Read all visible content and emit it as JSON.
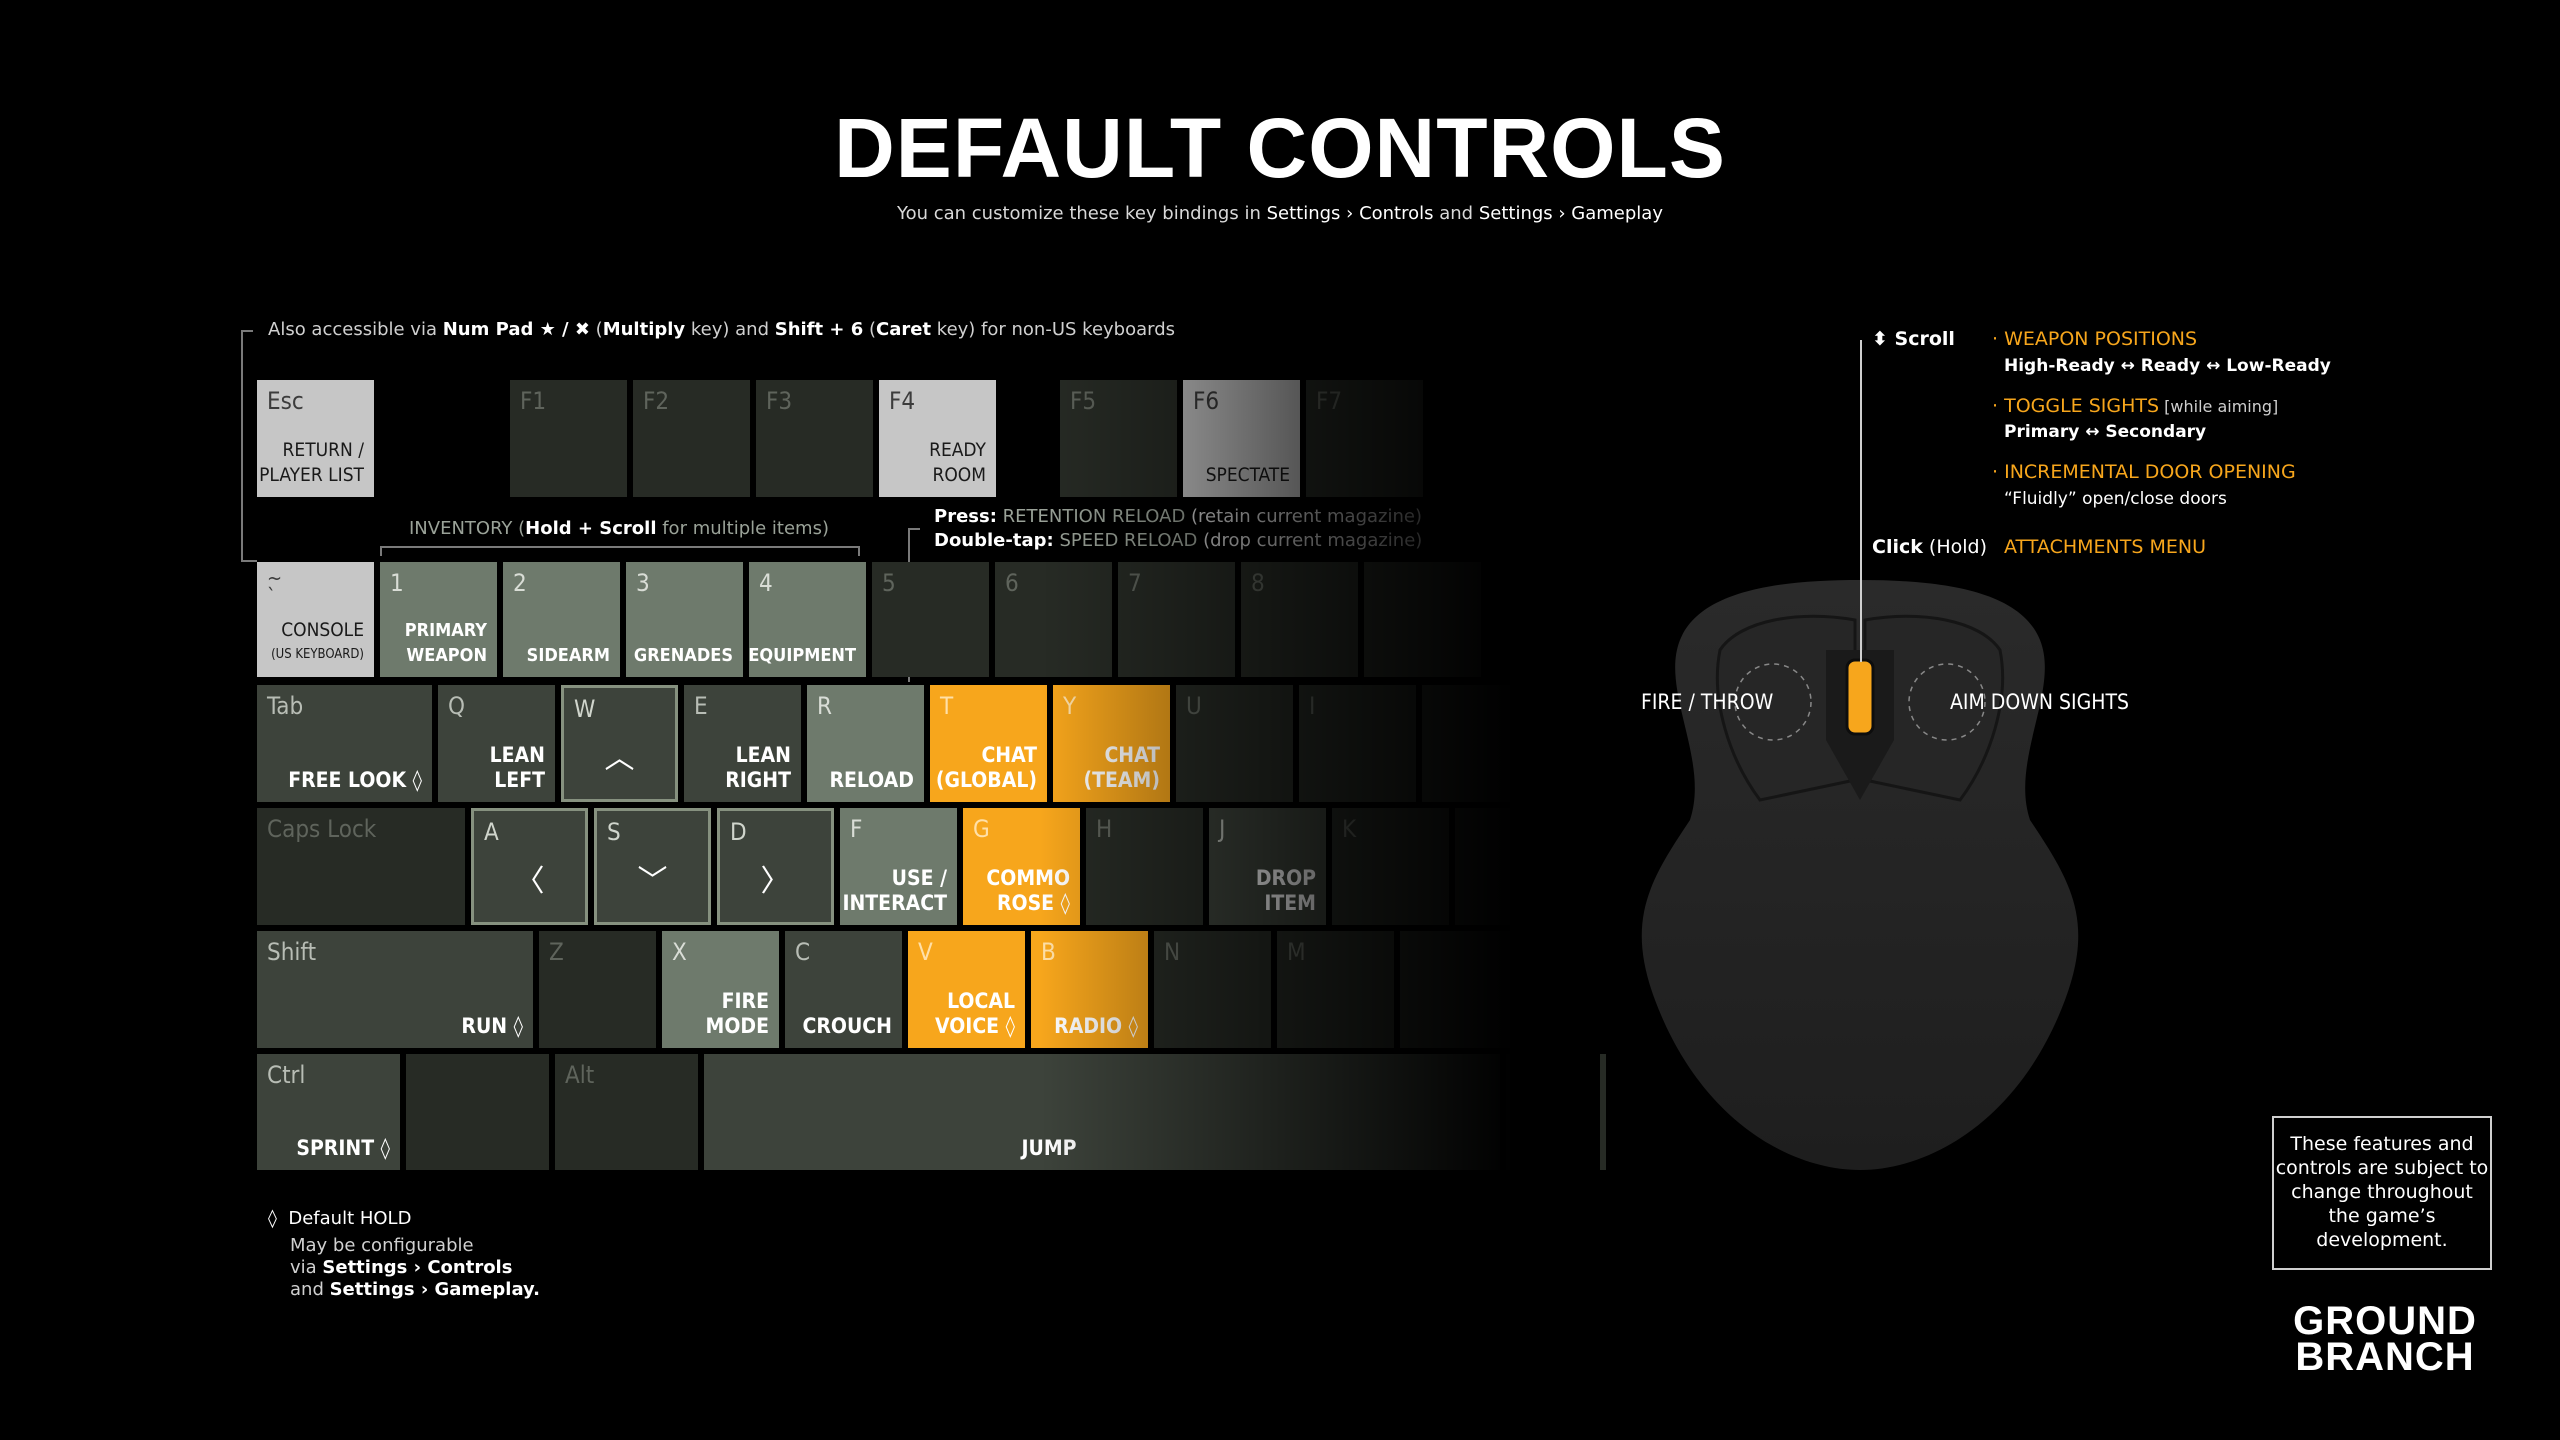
{
  "header": {
    "title": "DEFAULT CONTROLS",
    "subtitle_prefix": "You can customize these key bindings in ",
    "subtitle_path1": "Settings › Controls",
    "subtitle_and": " and ",
    "subtitle_path2": "Settings › Gameplay"
  },
  "notes": {
    "numpad_prefix": "Also accessible via ",
    "numpad_key": "Num Pad ★ / ✖",
    "numpad_mid1": " (",
    "numpad_multiply": "Multiply",
    "numpad_mid2": " key) and ",
    "numpad_shift": "Shift + 6",
    "numpad_mid3": " (",
    "numpad_caret": "Caret",
    "numpad_suffix": " key) for non-US keyboards",
    "inventory_prefix": "INVENTORY (",
    "inventory_hold": "Hold + Scroll",
    "inventory_suffix": " for multiple items)",
    "press_label": "Press:",
    "press_action": "RETENTION RELOAD",
    "press_desc": " (retain current magazine)",
    "double_label": "Double-tap:",
    "double_action": "SPEED RELOAD",
    "double_desc": " (drop current magazine)"
  },
  "keys": {
    "esc": {
      "label": "Esc",
      "desc": "RETURN /\nPLAYER LIST"
    },
    "f1": {
      "label": "F1"
    },
    "f2": {
      "label": "F2"
    },
    "f3": {
      "label": "F3"
    },
    "f4": {
      "label": "F4",
      "desc": "READY\nROOM"
    },
    "f5": {
      "label": "F5"
    },
    "f6": {
      "label": "F6",
      "desc": "SPECTATE"
    },
    "f7": {
      "label": "F7"
    },
    "tilde": {
      "label": "~\n`",
      "desc": "CONSOLE",
      "sub": "(US KEYBOARD)"
    },
    "n1": {
      "label": "1",
      "desc": "PRIMARY\nWEAPON"
    },
    "n2": {
      "label": "2",
      "desc": "SIDEARM"
    },
    "n3": {
      "label": "3",
      "desc": "GRENADES"
    },
    "n4": {
      "label": "4",
      "desc": "EQUIPMENT"
    },
    "n5": {
      "label": "5"
    },
    "n6": {
      "label": "6"
    },
    "n7": {
      "label": "7"
    },
    "n8": {
      "label": "8"
    },
    "tab": {
      "label": "Tab",
      "desc": "FREE LOOK ◊"
    },
    "q": {
      "label": "Q",
      "desc": "LEAN\nLEFT"
    },
    "w": {
      "label": "W"
    },
    "e": {
      "label": "E",
      "desc": "LEAN\nRIGHT"
    },
    "r": {
      "label": "R",
      "desc": "RELOAD"
    },
    "t": {
      "label": "T",
      "desc": "CHAT\n(GLOBAL)"
    },
    "y": {
      "label": "Y",
      "desc": "CHAT\n(TEAM)"
    },
    "u": {
      "label": "U"
    },
    "i": {
      "label": "I"
    },
    "caps": {
      "label": "Caps Lock"
    },
    "a": {
      "label": "A"
    },
    "s": {
      "label": "S"
    },
    "d": {
      "label": "D"
    },
    "f": {
      "label": "F",
      "desc": "USE /\nINTERACT"
    },
    "g": {
      "label": "G",
      "desc": "COMMO\nROSE ◊"
    },
    "h": {
      "label": "H"
    },
    "j": {
      "label": "J",
      "desc": "DROP\nITEM"
    },
    "k": {
      "label": "K"
    },
    "shift": {
      "label": "Shift",
      "desc": "RUN ◊"
    },
    "z": {
      "label": "Z"
    },
    "x": {
      "label": "X",
      "desc": "FIRE\nMODE"
    },
    "c": {
      "label": "C",
      "desc": "CROUCH"
    },
    "v": {
      "label": "V",
      "desc": "LOCAL\nVOICE ◊"
    },
    "b": {
      "label": "B",
      "desc": "RADIO ◊"
    },
    "n": {
      "label": "N"
    },
    "m": {
      "label": "M"
    },
    "ctrl": {
      "label": "Ctrl",
      "desc": "SPRINT ◊"
    },
    "alt": {
      "label": "Alt"
    },
    "space": {
      "desc": "JUMP"
    }
  },
  "arrows": {
    "up": "︿",
    "left": "〈",
    "down": "﹀",
    "right": "〉"
  },
  "legend": {
    "hold_symbol": "◊",
    "hold_title": "Default HOLD",
    "line1": "May be configurable",
    "line2_prefix": "via ",
    "line2_path": "Settings › Controls",
    "line3_prefix": "and ",
    "line3_path": "Settings › Gameplay."
  },
  "mouse": {
    "scroll_label": "Scroll",
    "scroll_icon": "⬍",
    "weapon_positions": "WEAPON POSITIONS",
    "weapon_positions_desc": "High-Ready ↔ Ready ↔ Low-Ready",
    "toggle_sights": "TOGGLE SIGHTS",
    "toggle_sights_note": " [while aiming]",
    "toggle_sights_desc": "Primary ↔ Secondary",
    "door": "INCREMENTAL DOOR OPENING",
    "door_desc": "“Fluidly” open/close doors",
    "click_label": "Click",
    "click_note": " (Hold)",
    "attachments": "ATTACHMENTS MENU",
    "left_button": "FIRE / THROW",
    "right_button": "AIM DOWN SIGHTS",
    "bullet": "·"
  },
  "disclaimer": "These features and controls are subject to change throughout the game’s development.",
  "logo": {
    "line1": "GROUND",
    "line2": "BRANCH"
  },
  "colors": {
    "accent": "#f7a61c",
    "sage": "#6e7a6c",
    "dark_key": "#3d433b",
    "light_key": "#c6c6c6"
  }
}
